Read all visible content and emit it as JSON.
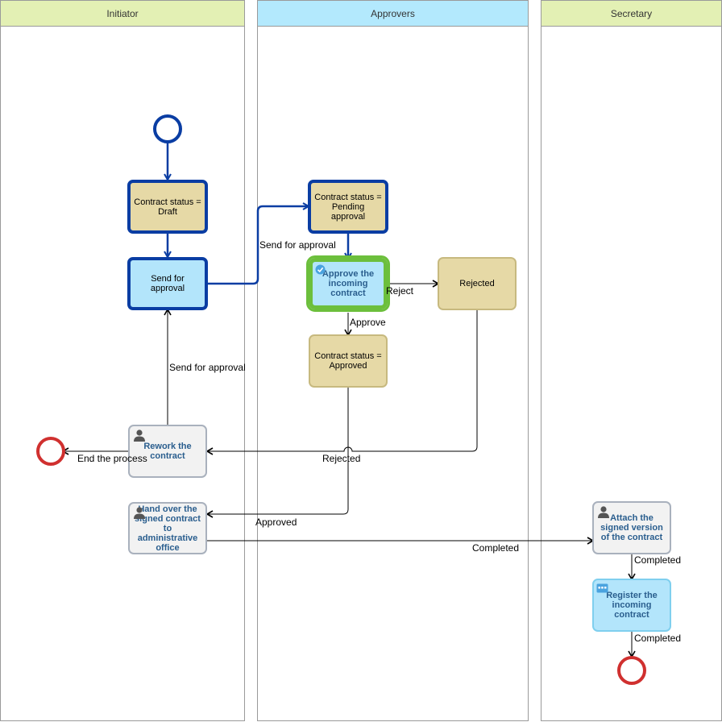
{
  "lanes": {
    "initiator": "Initiator",
    "approvers": "Approvers",
    "secretary": "Secretary"
  },
  "nodes": {
    "status_draft": "Contract status = Draft",
    "send_for_approval": "Send for approval",
    "status_pending": "Contract status = Pending approval",
    "approve_contract": "Approve the incoming contract",
    "rejected": "Rejected",
    "status_approved": "Contract status = Approved",
    "rework_contract": "Rework the contract",
    "hand_over": "Hand over the signed contract to administrative office",
    "attach_signed": "Attach the signed version of the contract",
    "register_contract": "Register the incoming contract"
  },
  "flow_labels": {
    "send_for_approval_1": "Send for approval",
    "send_for_approval_2": "Send for approval",
    "reject": "Reject",
    "approve": "Approve",
    "end_process": "End the process",
    "rejected": "Rejected",
    "approved": "Approved",
    "completed_1": "Completed",
    "completed_2": "Completed",
    "completed_3": "Completed"
  },
  "colors": {
    "initiator_header": "#e3f0b4",
    "approvers_header": "#b3e9fd",
    "secretary_header": "#e3f0b4",
    "active_flow": "#0a3da3",
    "end_event": "#d0302f"
  }
}
